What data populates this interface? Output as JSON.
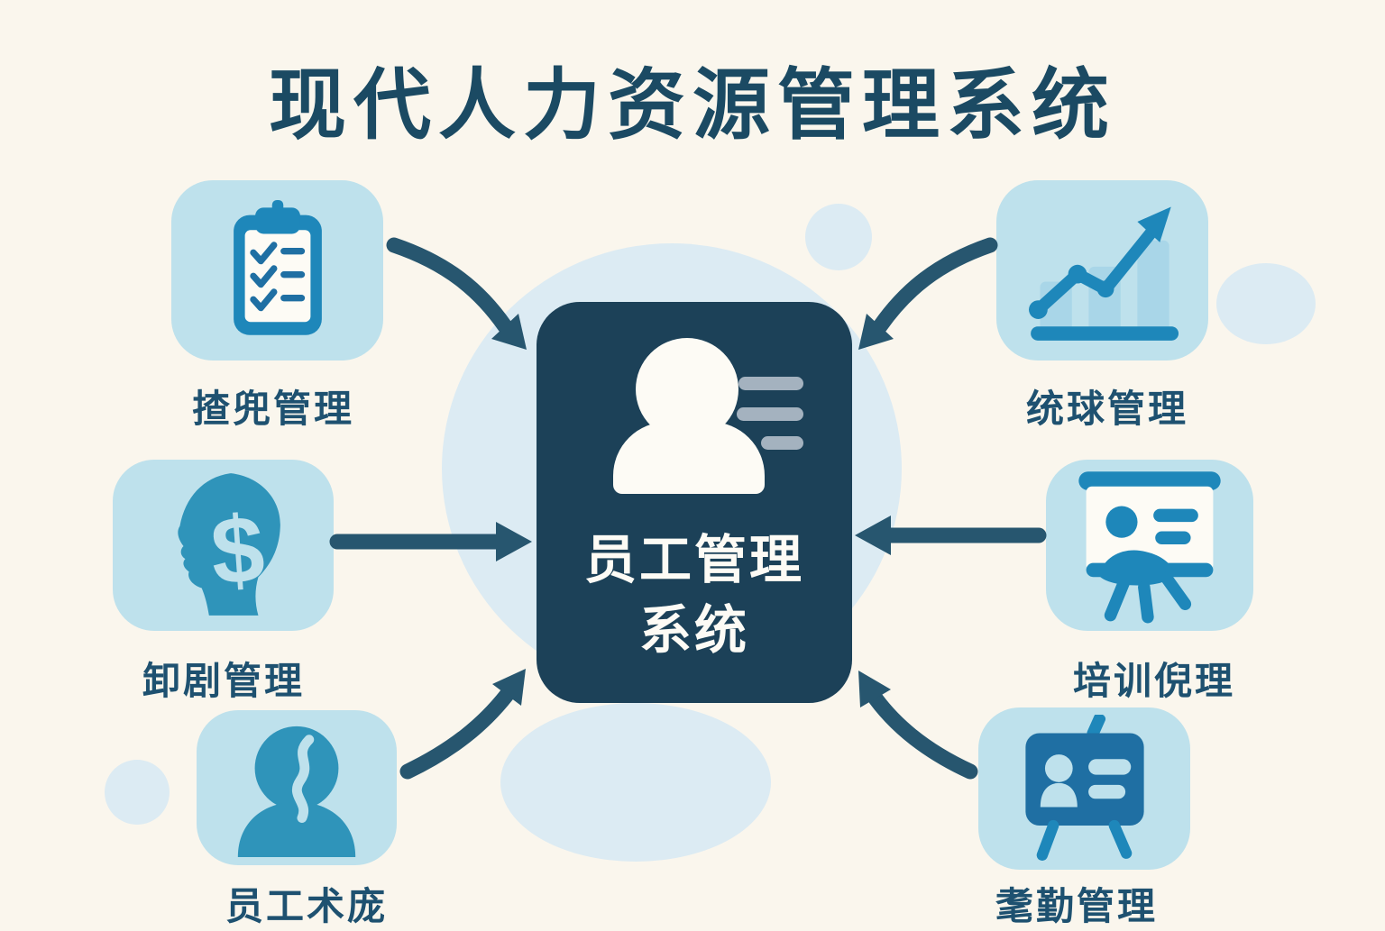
{
  "title": "现代人力资源管理系统",
  "center": {
    "name": "员工管理系统",
    "line1": "员工管理",
    "line2": "系统",
    "icon": "employee-card-icon"
  },
  "features": [
    {
      "id": "recruitment",
      "label": "揸兜管理",
      "icon": "clipboard-checklist-icon",
      "position": "top-left"
    },
    {
      "id": "statistics",
      "label": "统球管理",
      "icon": "stats-growth-chart-icon",
      "position": "top-right"
    },
    {
      "id": "salary",
      "label": "卸剧管理",
      "icon": "salary-head-dollar-icon",
      "position": "middle-left",
      "glyph": "$"
    },
    {
      "id": "training",
      "label": "培训倪理",
      "icon": "training-presentation-icon",
      "position": "middle-right"
    },
    {
      "id": "records",
      "label": "员工术庞",
      "icon": "employee-profile-icon",
      "position": "bottom-left"
    },
    {
      "id": "attendance",
      "label": "耄勤管理",
      "icon": "attendance-board-icon",
      "position": "bottom-right"
    }
  ],
  "colors": {
    "background": "#faf6ed",
    "blob": "#dcebf3",
    "tile": "#bee1ec",
    "navy": "#1c4158",
    "arrow": "#27566f",
    "label": "#1e5170",
    "title": "#1b4a63",
    "icon_blue": "#1e87ba",
    "icon_blue_dark": "#1f6fa3",
    "icon_teal": "#2f94ba",
    "icon_light": "#a9d6e8",
    "paper": "#fdfbf5",
    "gray_bar": "#a4b2bf"
  }
}
